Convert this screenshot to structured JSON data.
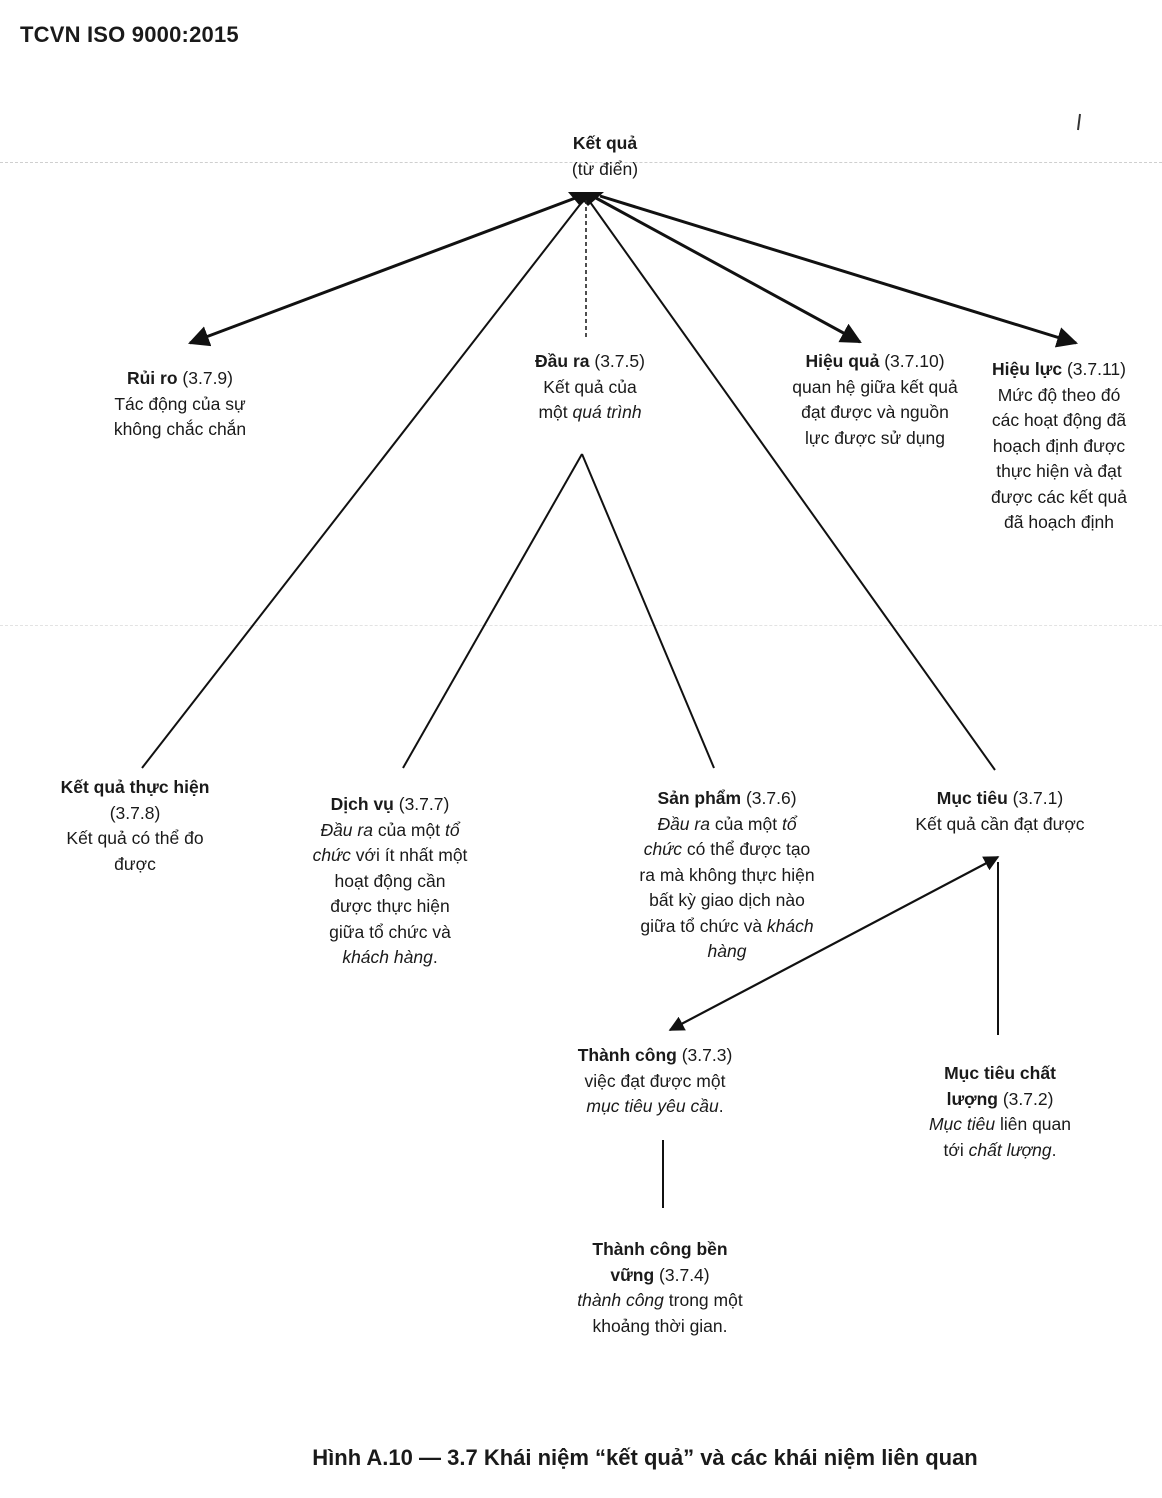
{
  "header": {
    "title": "TCVN ISO 9000:2015"
  },
  "figure": {
    "caption": "Hình A.10 — 3.7 Khái niệm “kết quả” và các khái niệm liên quan"
  },
  "nodes": {
    "ket_qua": {
      "term": "Kết quả",
      "ref": "(từ điển)"
    },
    "rui_ro": {
      "term": "Rủi ro",
      "ref": " (3.7.9)",
      "def": [
        "Tác động của sự",
        "không chắc chắn"
      ]
    },
    "dau_ra": {
      "term": "Đầu ra",
      "ref": " (3.7.5)",
      "def1": "Kết quả của",
      "def2_plain": "một ",
      "def2_italic": "quá trình"
    },
    "hieu_qua": {
      "term": "Hiệu quả",
      "ref": " (3.7.10)",
      "def": [
        "quan hệ giữa kết quả",
        "đạt được và nguồn",
        "lực được sử dụng"
      ]
    },
    "hieu_luc": {
      "term": "Hiệu lực",
      "ref": " (3.7.11)",
      "def": [
        "Mức độ theo đó",
        "các hoạt động đã",
        "hoạch định được",
        "thực hiện và đạt",
        "được các kết quả",
        "đã hoạch định"
      ]
    },
    "ket_qua_thuc_hien": {
      "term": "Kết quả thực hiện",
      "ref": "(3.7.8)",
      "def": [
        "Kết quả có thể đo",
        "được"
      ]
    },
    "dich_vu": {
      "term": "Dịch vụ",
      "ref": " (3.7.7)",
      "l1_i": "Đầu ra",
      "l1_p": " của một ",
      "l1_i2": "tổ",
      "l2_i": "chức",
      "l2_p": " với ít nhất một",
      "l3": "hoạt động cần",
      "l4": "được thực hiện",
      "l5": "giữa tổ chức và",
      "l6_i": "khách hàng",
      "l6_p": "."
    },
    "san_pham": {
      "term": "Sản phẩm",
      "ref": " (3.7.6)",
      "l1_i": "Đầu ra",
      "l1_p": " của một ",
      "l1_i2": "tổ",
      "l2_i": "chức",
      "l2_p": " có thể được tạo",
      "l3": "ra mà không thực hiện",
      "l4": "bất kỳ giao dịch nào",
      "l5_p": "giữa tổ chức và ",
      "l5_i": "khách",
      "l6_i": "hàng"
    },
    "muc_tieu": {
      "term": "Mục tiêu",
      "ref": " (3.7.1)",
      "def": "Kết quả cần đạt được"
    },
    "thanh_cong": {
      "term": "Thành công",
      "ref": " (3.7.3)",
      "l1": "việc đạt được một",
      "l2_i": "mục tiêu yêu cầu",
      "l2_p": "."
    },
    "muc_tieu_chat_luong": {
      "term1": "Mục tiêu chất",
      "term2": "lượng",
      "ref": " (3.7.2)",
      "l1_i": "Mục tiêu",
      "l1_p": " liên quan",
      "l2_p": "tới ",
      "l2_i": "chất lượng",
      "l2_e": "."
    },
    "thanh_cong_ben_vung": {
      "term1": "Thành công bền",
      "term2": "vững",
      "ref": " (3.7.4)",
      "l1_i": "thành công",
      "l1_p": " trong một",
      "l2": "khoảng thời gian."
    }
  },
  "edges": [
    {
      "from": "Kết quả",
      "to": "Rủi ro",
      "arrow": "both"
    },
    {
      "from": "Kết quả",
      "to": "Hiệu quả",
      "arrow": "both"
    },
    {
      "from": "Kết quả",
      "to": "Hiệu lực",
      "arrow": "both"
    },
    {
      "from": "Kết quả",
      "to": "Đầu ra",
      "arrow": "none"
    },
    {
      "from": "Kết quả",
      "to": "Kết quả thực hiện",
      "arrow": "none"
    },
    {
      "from": "Kết quả",
      "to": "Mục tiêu",
      "arrow": "none"
    },
    {
      "from": "Đầu ra",
      "to": "Dịch vụ",
      "arrow": "none"
    },
    {
      "from": "Đầu ra",
      "to": "Sản phẩm",
      "arrow": "none"
    },
    {
      "from": "Mục tiêu",
      "to": "Thành công",
      "arrow": "both"
    },
    {
      "from": "Mục tiêu",
      "to": "Mục tiêu chất lượng",
      "arrow": "none"
    },
    {
      "from": "Thành công",
      "to": "Thành công bền vững",
      "arrow": "none"
    }
  ]
}
